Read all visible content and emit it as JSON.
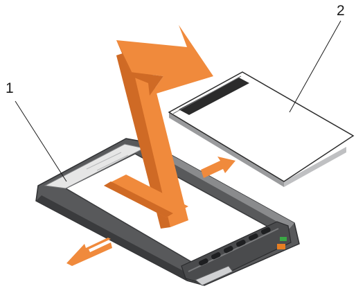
{
  "callouts": [
    {
      "number": "1",
      "refers_to": "blank"
    },
    {
      "number": "2",
      "refers_to": "drive"
    }
  ],
  "colors": {
    "arrow": "#f08a3c",
    "arrow_dark": "#cf6a25",
    "frame": "#58595b",
    "frame_dark": "#3a3b3d",
    "frame_light": "#9a9b9d",
    "drive_face": "#ffffff",
    "drive_edge": "#2b2b2b",
    "led": "#e67e22",
    "led_green": "#3aa845"
  }
}
